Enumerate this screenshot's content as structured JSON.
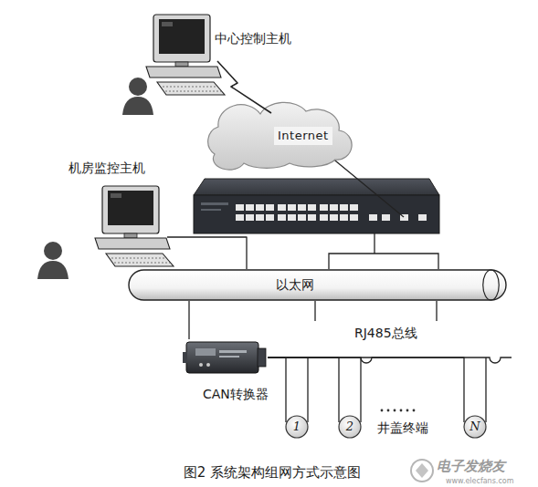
{
  "diagram": {
    "caption": "图2 系统架构组网方式示意图",
    "nodes": [
      {
        "text": [
          "中心控制主机"
        ]
      },
      {
        "text": [
          "Internet"
        ]
      },
      {
        "text": [
          "机房监控主机"
        ]
      },
      {
        "text": [
          "以太网"
        ]
      },
      {
        "text": [
          "CAN转换器"
        ]
      },
      {
        "text": [
          "1"
        ]
      },
      {
        "text": [
          "2"
        ]
      },
      {
        "text": [
          "N"
        ]
      }
    ],
    "edges": [
      {
        "from": 0,
        "to": 1,
        "arrow": "none"
      },
      {
        "from": 2,
        "to": 3,
        "arrow": "none"
      },
      {
        "from": 3,
        "to": 4,
        "arrow": "none"
      },
      {
        "from": 4,
        "to": 5,
        "arrow": "none"
      },
      {
        "from": 4,
        "to": 6,
        "arrow": "none"
      },
      {
        "from": 4,
        "to": 7,
        "arrow": "none"
      }
    ],
    "labels": [
      "RJ485总线",
      "井盖终端",
      "电子发烧友",
      "www.elecfans.com"
    ]
  }
}
